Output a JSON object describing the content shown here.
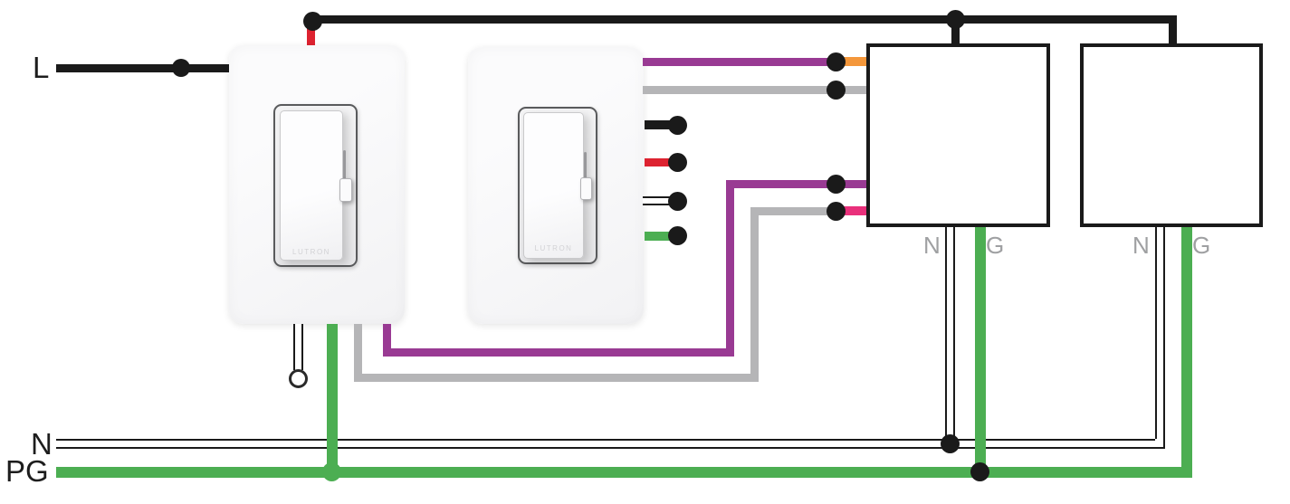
{
  "labels": {
    "line": "L",
    "neutral_bus": "N",
    "protective_ground_bus": "PG"
  },
  "dimmers": [
    {
      "brand": "LUTRON"
    },
    {
      "brand": "LUTRON"
    }
  ],
  "fixtures": [
    {
      "neutral": "N",
      "ground": "G"
    },
    {
      "neutral": "N",
      "ground": "G"
    }
  ],
  "colors": {
    "black": "#1a1a1a",
    "red": "#dd2230",
    "purple": "#993a93",
    "gray": "#b5b5b7",
    "orange": "#f4973b",
    "pink": "#e9307b",
    "green": "#4cae52",
    "label": "#9fa0a2",
    "text": "#1d1d1d"
  }
}
